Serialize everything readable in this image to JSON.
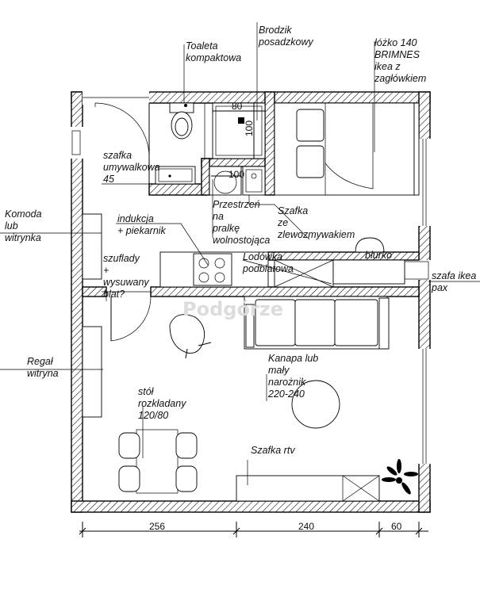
{
  "labels": {
    "toaleta": [
      "Toaleta",
      "kompaktowa"
    ],
    "brodzik": [
      "Brodzik",
      "posadzkowy"
    ],
    "lozko": [
      "łóżko 140",
      "BRIMNES",
      "ikea z",
      "zagłówkiem"
    ],
    "szafka_umyw": [
      "szafka",
      "umywalkowa",
      "45"
    ],
    "komoda": [
      "Komoda",
      "lub",
      "witrynka"
    ],
    "indukcja": [
      "indukcja",
      "+ piekarnik"
    ],
    "przestrzen": [
      "Przestrzeń",
      "na",
      "pralkę",
      "wolnostojąca"
    ],
    "szafka_zlew": [
      "Szafka",
      "ze",
      "zlewozmywakiem"
    ],
    "lodowka": [
      "Lodówka",
      "podblatowa"
    ],
    "biurko": [
      "biurko"
    ],
    "szafa_pax": [
      "szafa ikea",
      "pax"
    ],
    "szuflady": [
      "szuflady",
      "+",
      "wysuwany",
      "blat?"
    ],
    "regal": [
      "Regał",
      "witryna"
    ],
    "kanapa": [
      "Kanapa lub",
      "mały",
      "narożnik",
      "220-240"
    ],
    "stol": [
      "stół",
      "rozkładany",
      "120/80"
    ],
    "szafka_rtv": [
      "Szafka rtv"
    ]
  },
  "dimensions": {
    "shower_width": "80",
    "shower_depth": "100",
    "shower_inner": "100",
    "bottom_left": "256",
    "bottom_mid": "240",
    "bottom_right": "60"
  },
  "watermark": "Podgórze"
}
